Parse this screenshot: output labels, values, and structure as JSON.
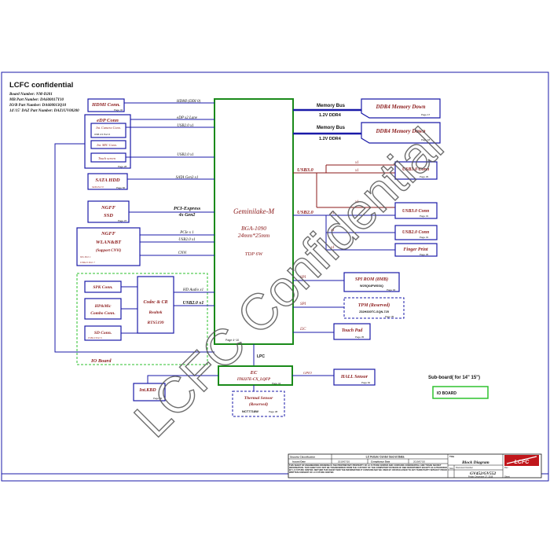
{
  "header": {
    "title": "LCFC confidential",
    "lines": [
      "Board Number: NM-D201",
      "MB Part Number: DA600017Y10",
      "IO/B Part Number: DA600013Q10",
      "14'/15' DAZ Part Number: DAZ1UV00200"
    ]
  },
  "cpu": {
    "name": "Geminilake-M",
    "pkg": "BGA-1090",
    "size": "24mm*25mm",
    "tdp": "TDP 6W",
    "page": "Page 4~10"
  },
  "left": {
    "hdmi": {
      "label": "HDMI Conn.",
      "page": "Page 32",
      "bus": "HDMI (DDI 0)"
    },
    "edp": {
      "label": "eDP Conn",
      "sub1": "Int. Camera Conn.",
      "sub1b": "USB 2.0 Port 0",
      "sub2": "Int. MIC Conn.",
      "sub3": "Touch screen",
      "page": "Page 28",
      "bus1": "eDP x2 Lane",
      "bus2": "USB2.0 x1",
      "bus3": "USB2.0 x1"
    },
    "sata": {
      "label": "SATA HDD",
      "sub": "SATA Port 0",
      "page": "Page 60",
      "bus": "SATA Gen3 x1"
    },
    "ssd": {
      "label1": "NGFF",
      "label2": "SSD",
      "page": "Page 37",
      "bus1": "PCI-Express",
      "bus2": "4x Gen2"
    },
    "wlan": {
      "label1": "NGFF",
      "label2": "WLAN&BT",
      "label3": "(Support CNVi)",
      "sub1": "Wix Port 1",
      "sub2": "USB2.0 Port 7",
      "bus1": "PCIe x 1",
      "bus2": "USB2.0 x1",
      "bus3": "CNVi"
    },
    "io": {
      "spk": "SPK Conn.",
      "hp1": "HP&Mic",
      "hp2": "Combo Conn.",
      "sd": "SD Conn.",
      "sdsub": "USB2.0 Port 6",
      "codec1": "Codec & CR",
      "codec2": "Realtek",
      "codec3": "RTS5199",
      "label": "IO Board",
      "bus1": "HD Audio x1",
      "bus2": "USB2.0 x1"
    }
  },
  "right": {
    "mem_label": "Memory Bus",
    "ddr_v": "1.2V  DDR4",
    "ddr1": {
      "label": "DDR4 Memory Down",
      "page": "Page 17"
    },
    "ddr2": {
      "label": "DDR4 Memory Down",
      "page": "Page 18"
    },
    "usb30": "USB3.0",
    "usb20": "USB2.0",
    "x1": "x1",
    "usb30a": {
      "label": "USB3.0 Conn",
      "page": "Page 29"
    },
    "usb30b": {
      "label": "USB3.0 Conn",
      "page": "Page 31"
    },
    "usb20c": {
      "label": "USB2.0 Conn",
      "page": "Page 31"
    },
    "fp": {
      "label": "Finger Print",
      "page": "Page 35"
    },
    "spi": "SPI",
    "spirom": {
      "label": "SPI ROM (8MB)",
      "sub": "W25Q64FWSSIQ",
      "page": "Page 04"
    },
    "tpm": {
      "label": "TPM (Reserved)",
      "sub": "Z32H330TC-SQN-725",
      "page": "Page 35"
    },
    "i2c": "I2C",
    "touchpad": {
      "label": "Touch Pad",
      "page": "Page 35"
    }
  },
  "ec": {
    "label": "EC",
    "part": "IT8227E-CX_LQFP",
    "page": "Page 44",
    "lpc": "LPC",
    "gpio": "GPIO"
  },
  "hall": {
    "label": "HALL Sensor",
    "page": "Page 62"
  },
  "kbd": {
    "label": "Int.KBD",
    "page": "Page 40"
  },
  "thermal": {
    "label1": "Thermal Sensor",
    "label2": "(Reserved)",
    "part": "NCT7718W",
    "page": "Page 38"
  },
  "subboard": {
    "title": "Sub-board( for 14\"  15\")",
    "io": "IO BOARD"
  },
  "titleblock": {
    "sec": "Security Classification",
    "center": "LC Future Center Secret Data",
    "issued": "Issued Date",
    "issued_v": "2019/07/20",
    "decl": "Compliance Date",
    "decl_v": "2019/07/20",
    "title_lbl": "Title",
    "title": "Block Diagram",
    "docnum": "Document Number",
    "model": "GV452/GV552",
    "rev": "Rev",
    "date": "Friday, December 27, 2019",
    "sheet": "Sheet",
    "disclaimer": "THIS SHEET OF ENGINEERING DRAWING IS THE PROPRIETARY PROPERTY OF LC FUTURE CENTER AND CONTAINS CONFIDENTIAL AND TRADE SECRET INFORMATION. THIS SHEET MAY NOT BE TRANSFERRED FROM THE CUSTODY OF THE COMPETENT DIVISION OF R&D DEPARTMENT EXCEPT AS AUTHORIZED BY LC FUTURE CENTER. NEITHER THIS SHEET NOR THE INFORMATION IT CONTAINS MAY BE USED BY OR DISCLOSED TO ANY THIRD PARTY WITHOUT PRIOR WRITTEN CONSENT OF LC FUTURE CENTER."
  },
  "watermark": "LCFC Confidential",
  "logo": "LCFC"
}
